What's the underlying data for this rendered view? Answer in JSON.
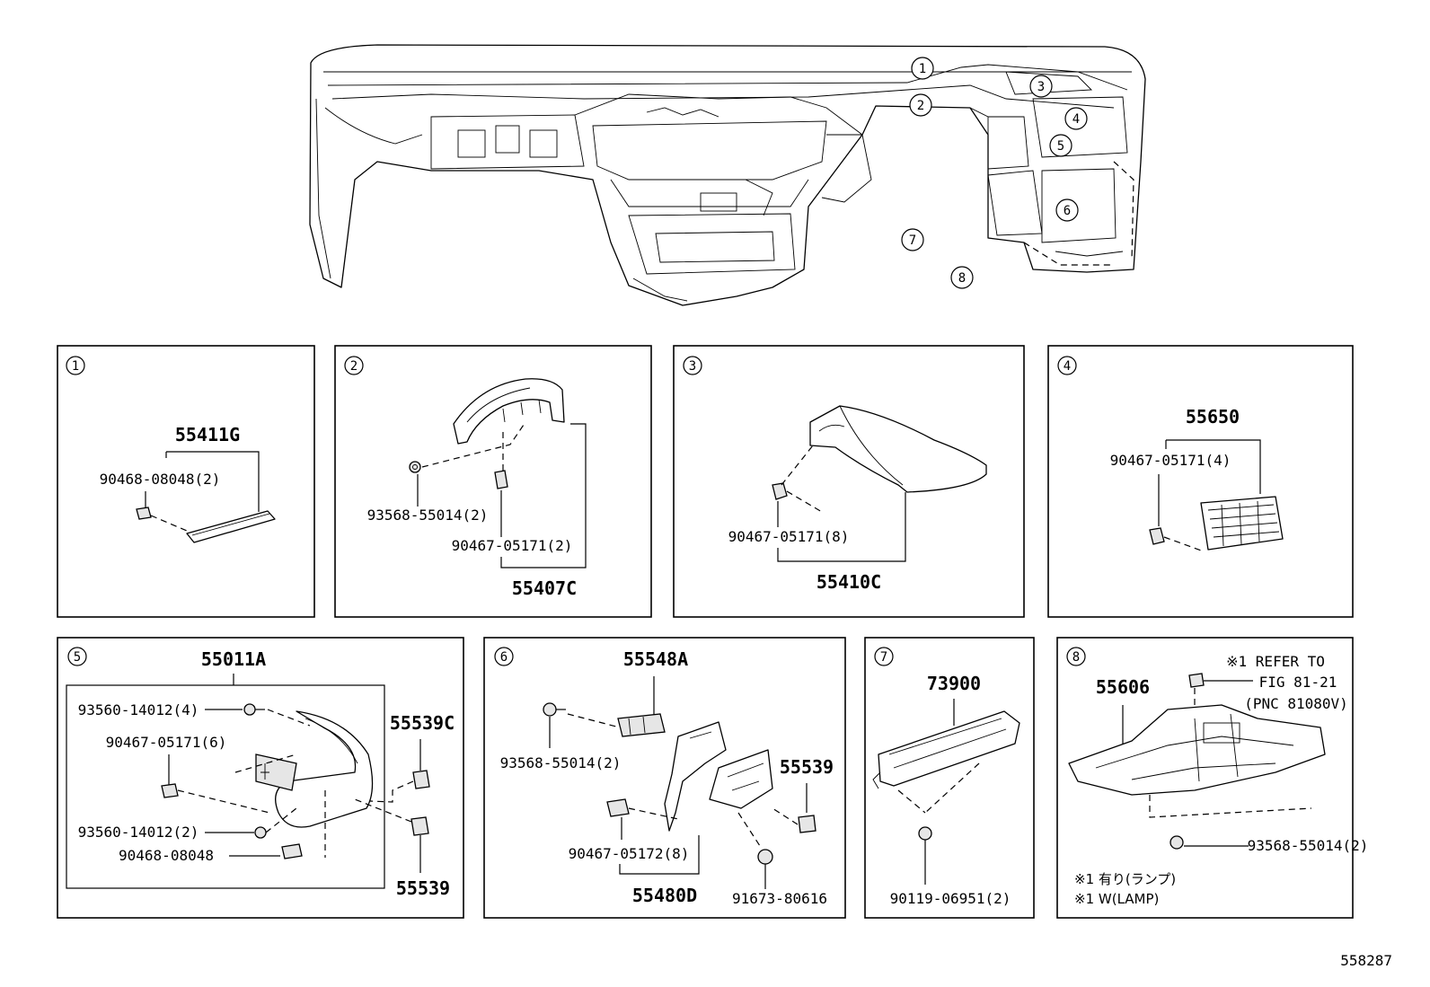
{
  "overview": {
    "callouts": [
      "1",
      "2",
      "3",
      "4",
      "5",
      "6",
      "7",
      "8"
    ]
  },
  "panels": [
    {
      "id": "1",
      "number": "1",
      "main_part": "55411G",
      "parts": [
        "90468-08048(2)"
      ]
    },
    {
      "id": "2",
      "number": "2",
      "main_part": "55407C",
      "parts": [
        "93568-55014(2)",
        "90467-05171(2)"
      ]
    },
    {
      "id": "3",
      "number": "3",
      "main_part": "55410C",
      "parts": [
        "90467-05171(8)"
      ]
    },
    {
      "id": "4",
      "number": "4",
      "main_part": "55650",
      "parts": [
        "90467-05171(4)"
      ]
    },
    {
      "id": "5",
      "number": "5",
      "main_part": "55011A",
      "parts": [
        "93560-14012(4)",
        "90467-05171(6)",
        "93560-14012(2)",
        "90468-08048",
        "55539C",
        "55539"
      ]
    },
    {
      "id": "6",
      "number": "6",
      "main_part": "55548A",
      "parts": [
        "93568-55014(2)",
        "55539",
        "90467-05172(8)",
        "55480D",
        "91673-80616"
      ]
    },
    {
      "id": "7",
      "number": "7",
      "main_part": "73900",
      "parts": [
        "90119-06951(2)"
      ]
    },
    {
      "id": "8",
      "number": "8",
      "main_part": "55606",
      "parts": [
        "93568-55014(2)"
      ],
      "refer": {
        "line1": "※1 REFER TO",
        "line2": "FIG 81-21",
        "line3": "(PNC 81080V)"
      },
      "notes": [
        "※1 有り(ランプ)",
        "※1 W(LAMP)"
      ]
    }
  ],
  "diagram_id": "558287"
}
